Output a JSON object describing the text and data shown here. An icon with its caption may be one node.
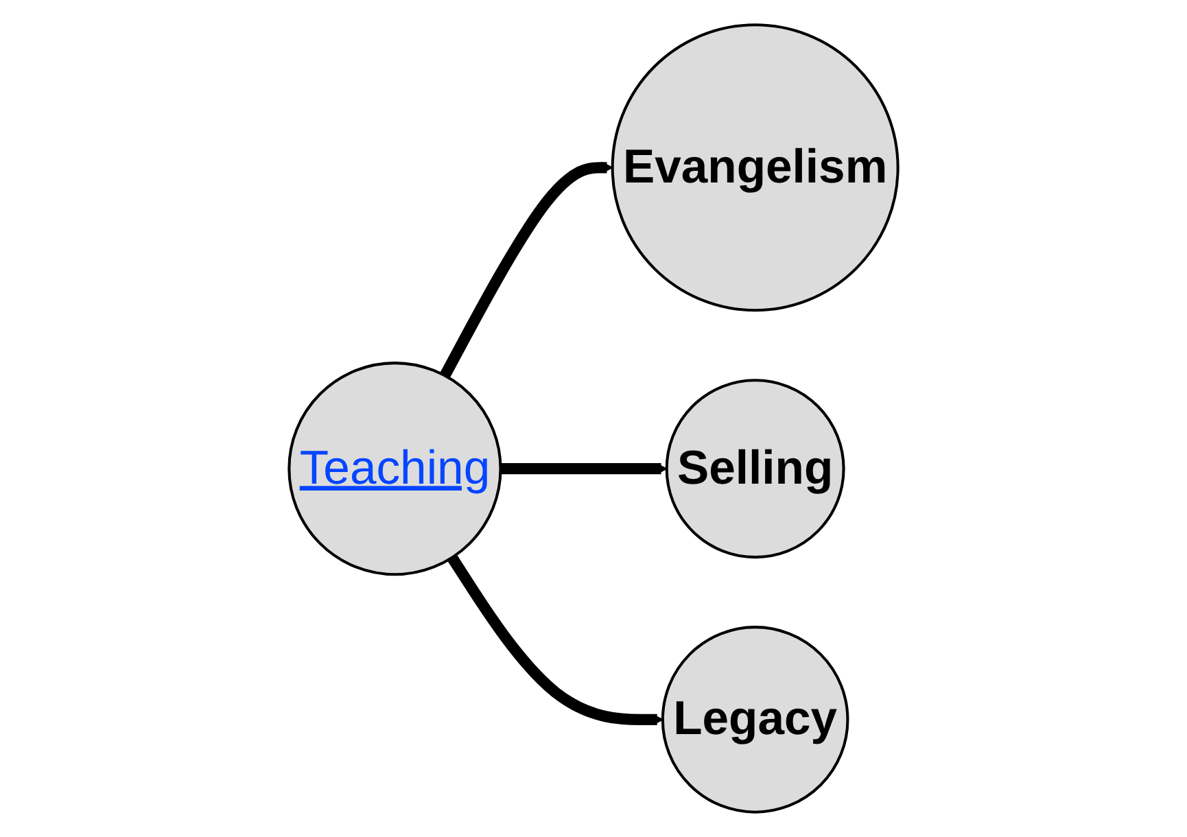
{
  "diagram": {
    "nodes": [
      {
        "text": [
          "Teaching"
        ]
      },
      {
        "text": [
          "Evangelism"
        ]
      },
      {
        "text": [
          "Selling"
        ]
      },
      {
        "text": [
          "Legacy"
        ]
      }
    ],
    "edges": [
      {
        "from": 0,
        "to": 1,
        "arrow": "to"
      },
      {
        "from": 0,
        "to": 2,
        "arrow": "to"
      },
      {
        "from": 0,
        "to": 3,
        "arrow": "to"
      }
    ]
  }
}
